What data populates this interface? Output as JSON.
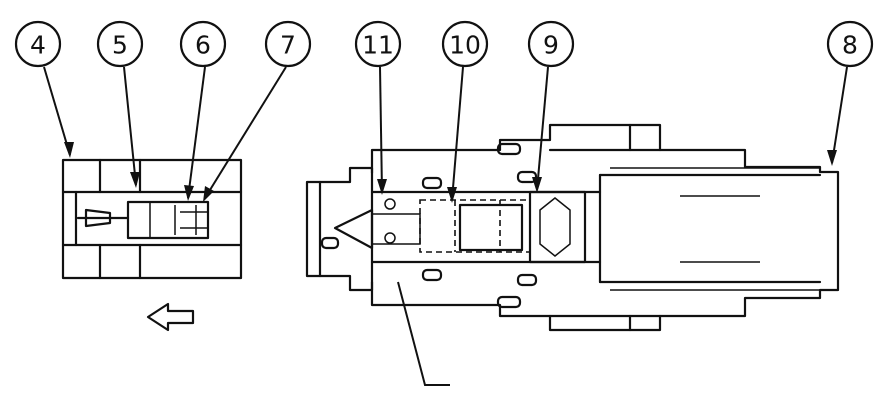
{
  "callouts": [
    {
      "id": "4",
      "label": "4"
    },
    {
      "id": "5",
      "label": "5"
    },
    {
      "id": "6",
      "label": "6"
    },
    {
      "id": "7",
      "label": "7"
    },
    {
      "id": "11",
      "label": "11"
    },
    {
      "id": "10",
      "label": "10"
    },
    {
      "id": "9",
      "label": "9"
    },
    {
      "id": "8",
      "label": "8"
    }
  ],
  "flow_arrow_icon": "arrow-left-outline-icon"
}
